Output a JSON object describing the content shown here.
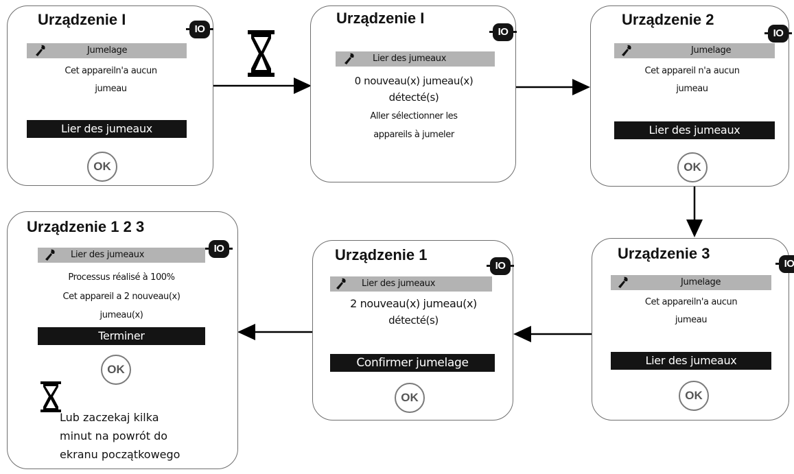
{
  "screens": [
    {
      "title": "Urządzenie I",
      "menu": "Jumelage",
      "lines": [
        "Cet appareiln'a aucun",
        "jumeau"
      ],
      "action": "Lier des jumeaux",
      "ok": "OK",
      "badge": "IO"
    },
    {
      "title": "Urządzenie I",
      "menu": "Lier des jumeaux",
      "lines": [
        "0  nouveau(x) jumeau(x)",
        "détecté(s)",
        "Aller sélectionner les",
        "appareils à jumeler"
      ],
      "badge": "IO"
    },
    {
      "title": "Urządzenie 2",
      "menu": "Jumelage",
      "lines": [
        "Cet appareil n'a aucun",
        "jumeau"
      ],
      "action": "Lier des jumeaux",
      "ok": "OK",
      "badge": "IO"
    },
    {
      "title": "Urządzenie 3",
      "menu": "Jumelage",
      "lines": [
        "Cet appareiln'a aucun",
        "jumeau"
      ],
      "action": "Lier des jumeaux",
      "ok": "OK",
      "badge": "IO"
    },
    {
      "title": "Urządzenie 1",
      "menu": "Lier des jumeaux",
      "lines": [
        "2 nouveau(x) jumeau(x)",
        "détecté(s)"
      ],
      "action": "Confirmer jumelage",
      "ok": "OK",
      "badge": "IO"
    },
    {
      "title": "Urządzenie 1 2 3",
      "menu": "Lier des jumeaux",
      "lines": [
        "Processus réalisé à 100%",
        "Cet appareil a 2 nouveau(x)",
        "jumeau(x)"
      ],
      "action": "Terminer",
      "ok": "OK",
      "badge": "IO"
    }
  ],
  "note": {
    "lines": [
      "Lub zaczekaj kilka",
      "minut na powrót do",
      "ekranu początkowego"
    ]
  },
  "icons": {
    "wait": "hourglass-icon",
    "menu": "wrench-icon",
    "protocol": "io-badge-icon",
    "flow": "arrow-icon"
  },
  "colors": {
    "menubar": "#b3b3b3",
    "actionbar": "#141414",
    "border": "#6e6e6e"
  }
}
